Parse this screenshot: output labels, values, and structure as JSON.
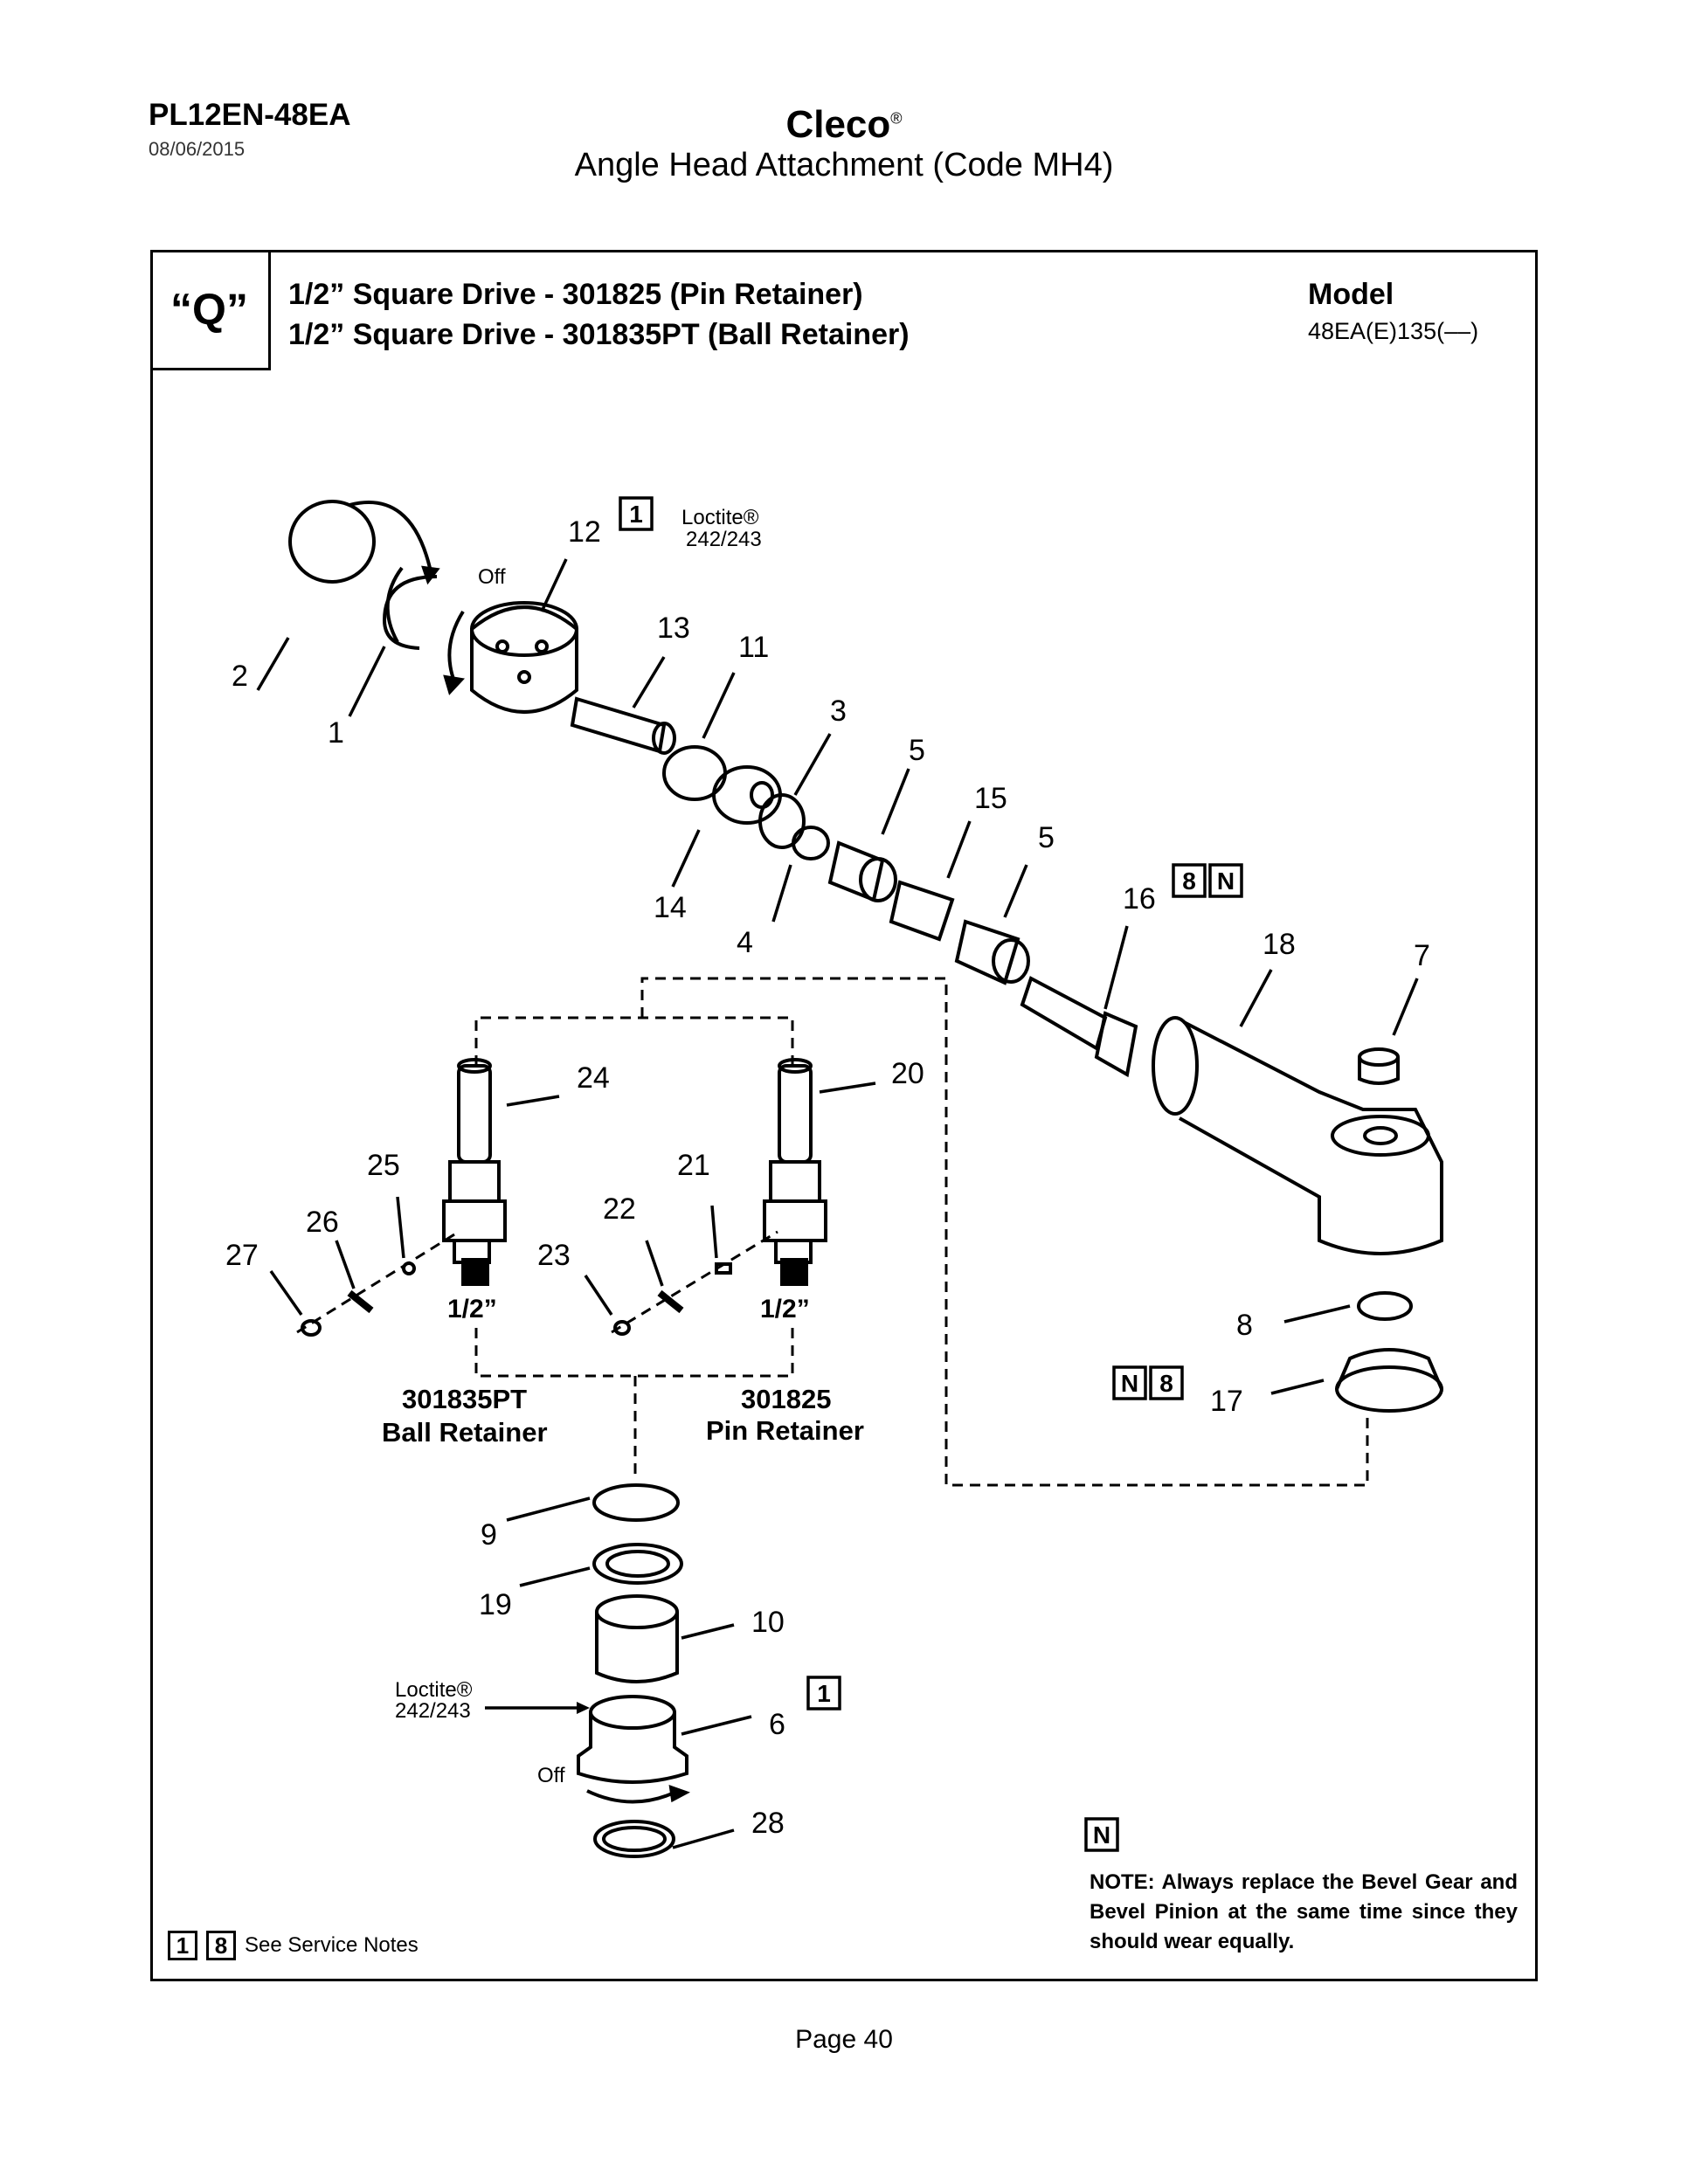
{
  "header": {
    "doc_id": "PL12EN-48EA",
    "date": "08/06/2015",
    "brand": "Cleco",
    "brand_mark": "®",
    "title": "Angle Head Attachment (Code MH4)"
  },
  "section": {
    "code": "“Q”",
    "line1": "1/2” Square Drive - 301825 (Pin Retainer)",
    "line2": "1/2” Square Drive - 301835PT (Ball Retainer)",
    "model_label": "Model",
    "model_value": "48EA(E)135(––)"
  },
  "diagram": {
    "loctite_top": "Loctite®",
    "loctite_top_grade": "242/243",
    "loctite_bottom": "Loctite®",
    "loctite_bottom_grade": "242/243",
    "off_top": "Off",
    "off_bottom": "Off",
    "size_left": "1/2”",
    "size_right": "1/2”",
    "assembly_left_part": "301835PT",
    "assembly_left_name": "Ball Retainer",
    "assembly_right_part": "301825",
    "assembly_right_name": "Pin Retainer",
    "callouts": [
      "1",
      "2",
      "3",
      "4",
      "5",
      "5",
      "6",
      "7",
      "8",
      "9",
      "10",
      "11",
      "12",
      "13",
      "14",
      "15",
      "16",
      "17",
      "18",
      "19",
      "20",
      "21",
      "22",
      "23",
      "24",
      "25",
      "26",
      "27",
      "28"
    ],
    "note_boxes": {
      "item13": [
        "1"
      ],
      "item17": [
        "8",
        "N"
      ],
      "item18": [
        "N",
        "8"
      ],
      "item6": [
        "1"
      ]
    }
  },
  "footer": {
    "service_boxes": [
      "1",
      "8"
    ],
    "service_text": "See Service Notes",
    "note_box": "N",
    "note_text": "NOTE: Always replace the Bevel Gear and Bevel Pinion at the same time since they should wear equally."
  },
  "page": "Page 40"
}
